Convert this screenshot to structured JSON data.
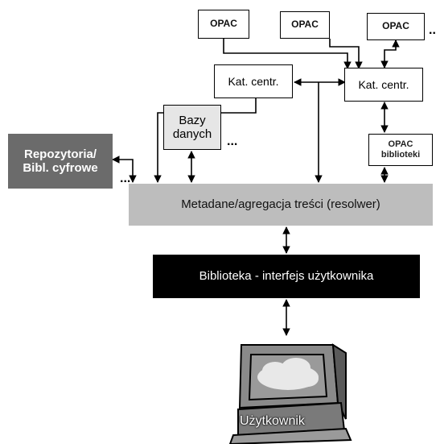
{
  "nodes": {
    "opac_1": "OPAC",
    "opac_2": "OPAC",
    "opac_3": "OPAC",
    "kat_centr_left": "Kat. centr.",
    "kat_centr_right": "Kat. centr.",
    "bazy_danych_line1": "Bazy",
    "bazy_danych_line2": "danych",
    "opac_biblioteki_line1": "OPAC",
    "opac_biblioteki_line2": "biblioteki",
    "repozytoria_line1": "Repozytoria/",
    "repozytoria_line2": "Bibl. cyfrowe",
    "metadane": "Metadane/agregacja treści (resolwer)",
    "biblioteka": "Biblioteka - interfejs użytkownika",
    "uzytkownik": "Użytkownik"
  },
  "ellipses": {
    "after_opac": "..",
    "after_bazy": "...",
    "after_repo": "..."
  },
  "colors": {
    "repo_fill": "#6b6b6b",
    "meta_fill": "#bdbdbd",
    "bazy_fill": "#e6e6e6",
    "biblioteka_fill": "#000000"
  }
}
